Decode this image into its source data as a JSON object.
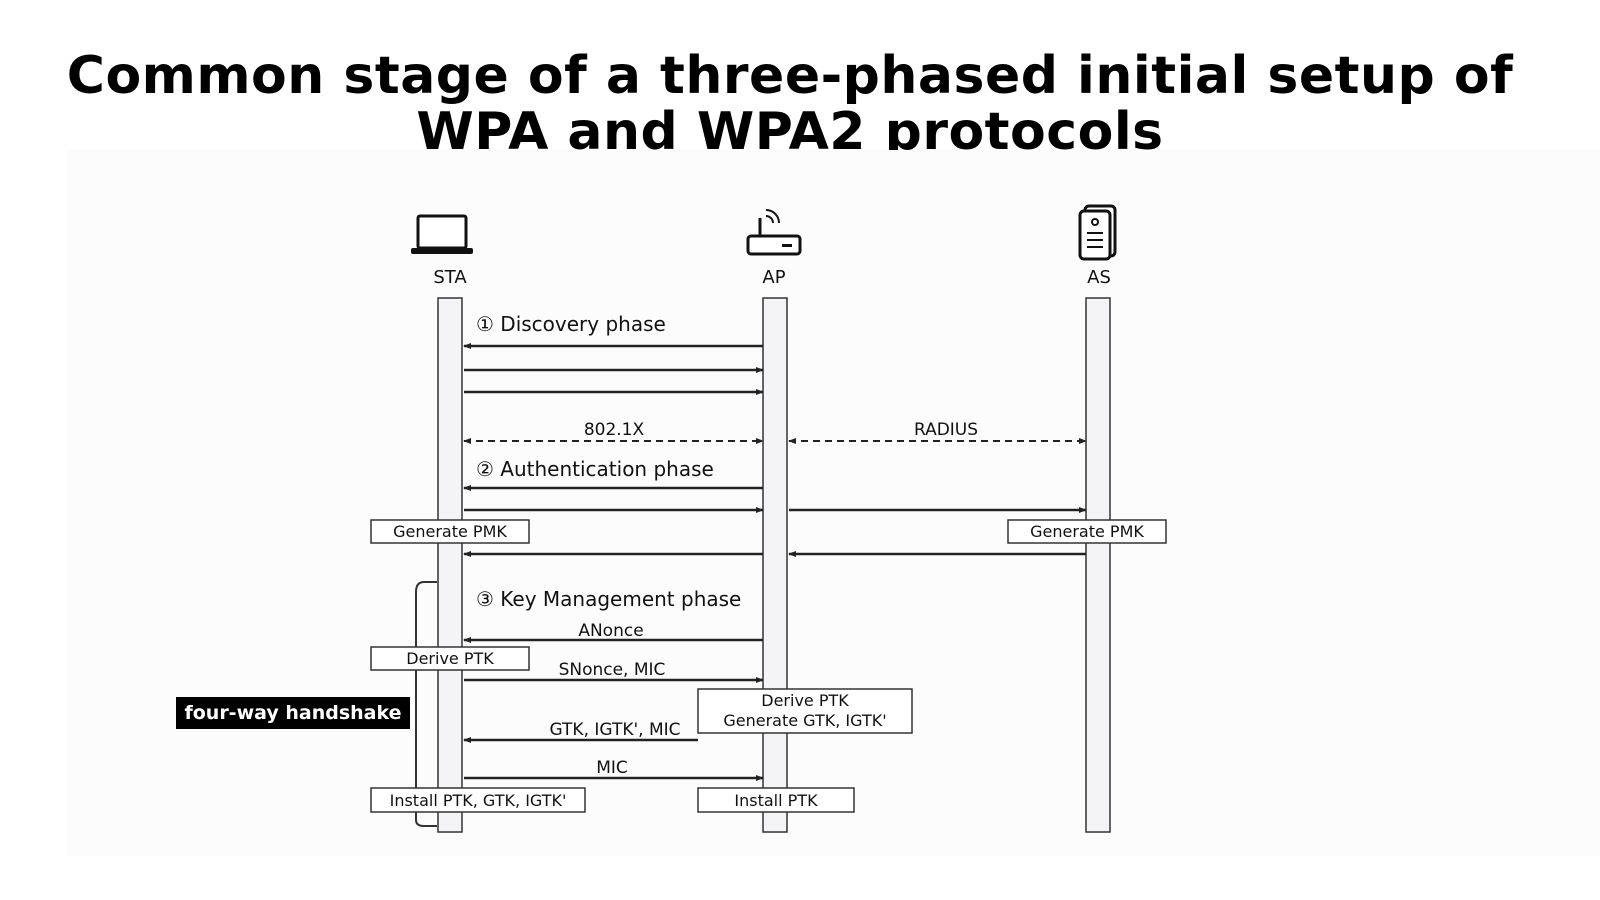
{
  "title": {
    "line1": "Common stage of a three-phased initial setup of",
    "line2": "WPA and WPA2 protocols"
  },
  "entities": [
    {
      "label": "STA",
      "icon": "laptop-icon"
    },
    {
      "label": "AP",
      "icon": "router-icon"
    },
    {
      "label": "AS",
      "icon": "server-icon"
    }
  ],
  "phases": {
    "discovery": "① Discovery phase",
    "authentication": "② Authentication phase",
    "key_management": "③ Key Management phase"
  },
  "messages": {
    "dot1x": "802.1X",
    "radius": "RADIUS",
    "anonce": "ANonce",
    "snonce_mic": "SNonce, MIC",
    "gtk_igtk_mic": "GTK, IGTK', MIC",
    "mic": "MIC"
  },
  "boxes": {
    "sta_generate_pmk": "Generate PMK",
    "as_generate_pmk": "Generate PMK",
    "sta_derive_ptk": "Derive PTK",
    "ap_derive_line1": "Derive PTK",
    "ap_derive_line2": "Generate GTK, IGTK'",
    "sta_install": "Install PTK, GTK, IGTK'",
    "ap_install": "Install PTK"
  },
  "handshake_label": "four-way handshake"
}
